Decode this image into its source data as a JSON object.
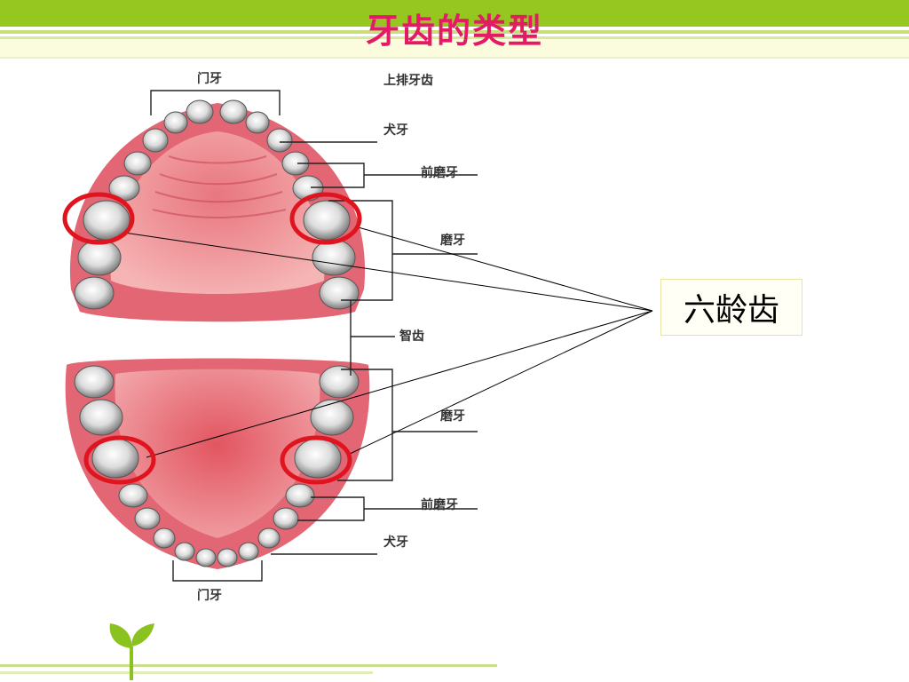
{
  "slide": {
    "title": "牙齿的类型"
  },
  "diagram": {
    "labels": {
      "incisors_top": "门牙",
      "upper_teeth": "上排牙齿",
      "canine_top": "犬牙",
      "premolar_top": "前磨牙",
      "molar_top": "磨牙",
      "wisdom": "智齿",
      "molar_bottom": "磨牙",
      "premolar_bottom": "前磨牙",
      "canine_bottom": "犬牙",
      "incisors_bottom": "门牙"
    },
    "highlight_color": "#e0141e"
  },
  "callout": {
    "text": "六龄齿"
  },
  "colors": {
    "header_green": "#95c720",
    "title_pink": "#e51a67",
    "gum_red": "#d8485a",
    "palate_pink": "#ef8f96"
  }
}
